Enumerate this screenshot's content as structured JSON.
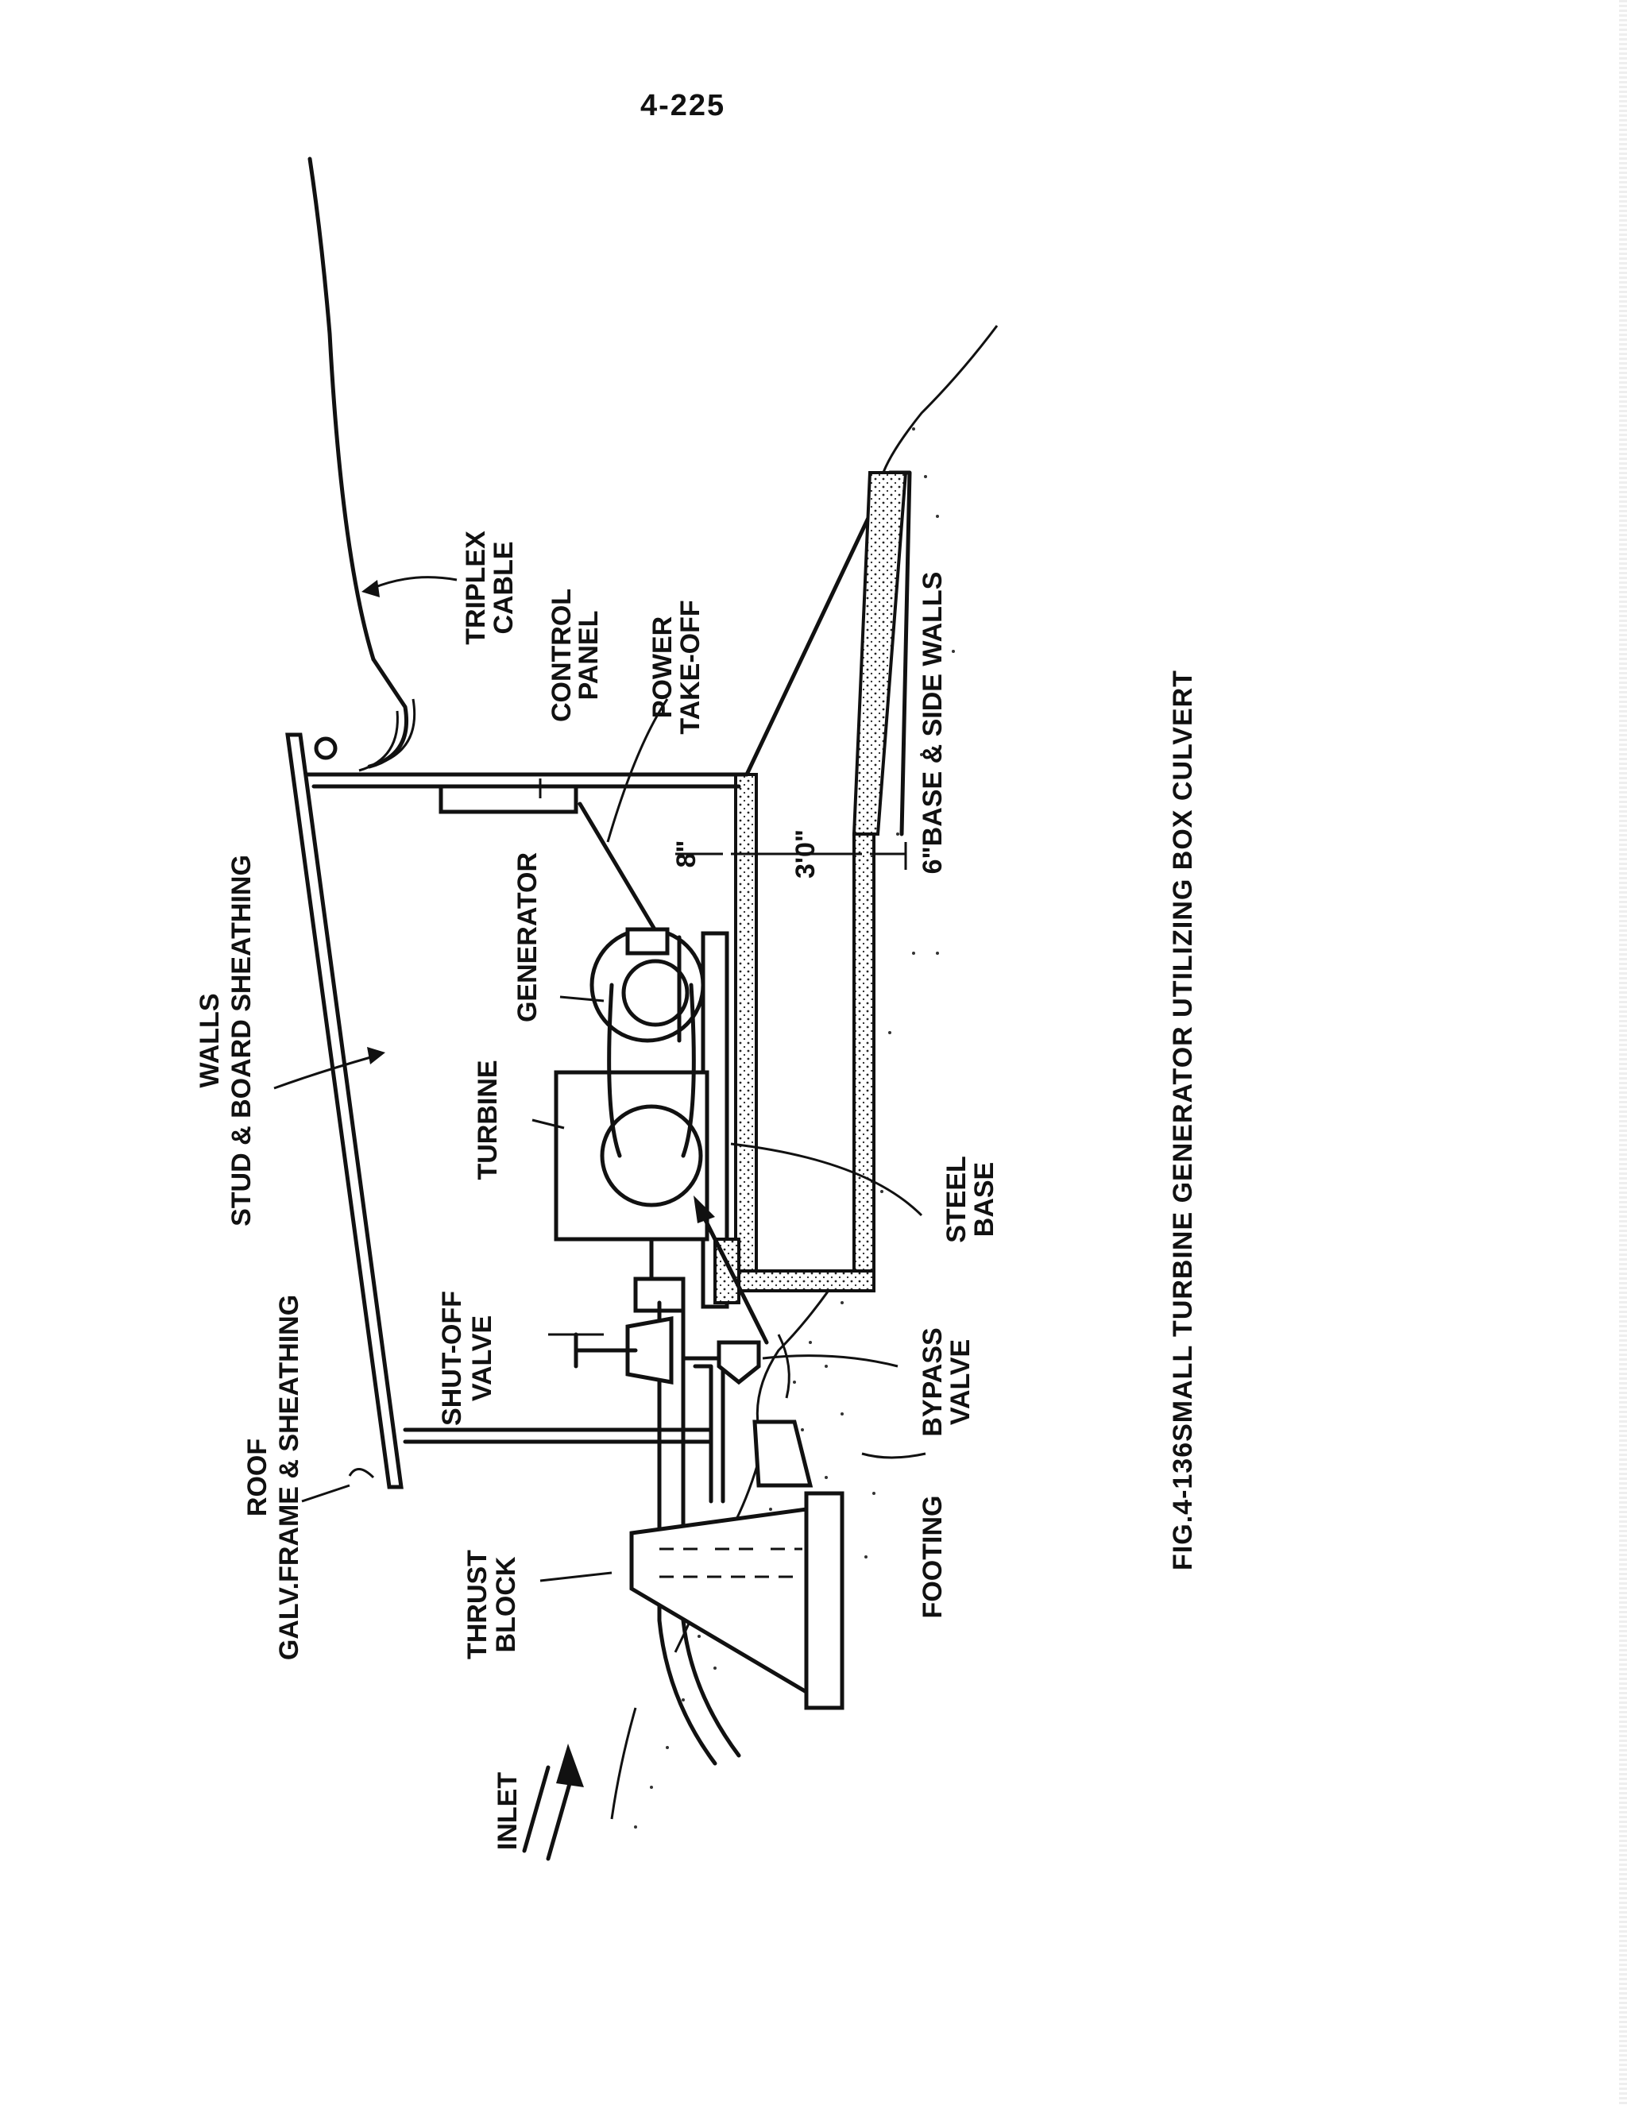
{
  "page_number": "4-225",
  "figure": {
    "caption": "FIG.4-136SMALL TURBINE GENERATOR UTILIZING BOX CULVERT"
  },
  "labels": {
    "walls_line1": "WALLS",
    "walls_line2": "STUD & BOARD SHEATHING",
    "roof_line1": "ROOF",
    "roof_line2": "GALV.FRAME & SHEATHING",
    "triplex_line1": "TRIPLEX",
    "triplex_line2": "CABLE",
    "control_line1": "CONTROL",
    "control_line2": "PANEL",
    "power_line1": "POWER",
    "power_line2": "TAKE-OFF",
    "generator": "GENERATOR",
    "turbine": "TURBINE",
    "shutoff_line1": "SHUT-OFF",
    "shutoff_line2": "VALVE",
    "thrust_line1": "THRUST",
    "thrust_line2": "BLOCK",
    "inlet": "INLET",
    "footing": "FOOTING",
    "bypass_line1": "BYPASS",
    "bypass_line2": "VALVE",
    "steel_line1": "STEEL",
    "steel_line2": "BASE",
    "dim_8": "8\"",
    "dim_3": "3'0\"",
    "dim_6": "6\"BASE & SIDE WALLS"
  }
}
